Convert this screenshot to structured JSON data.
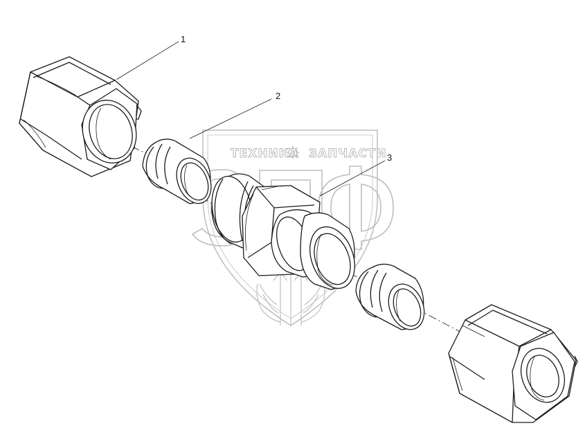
{
  "callouts": {
    "c1": "1",
    "c2": "2",
    "c3": "3"
  },
  "watermark": {
    "left_word": "ТЕХНИКА",
    "right_word": "ЗАПЧАСТИ",
    "monogram": "ЭПФ",
    "color": "#b9b9b9"
  },
  "icons": [
    "gear-icon",
    "wheat-emblem-icon"
  ]
}
